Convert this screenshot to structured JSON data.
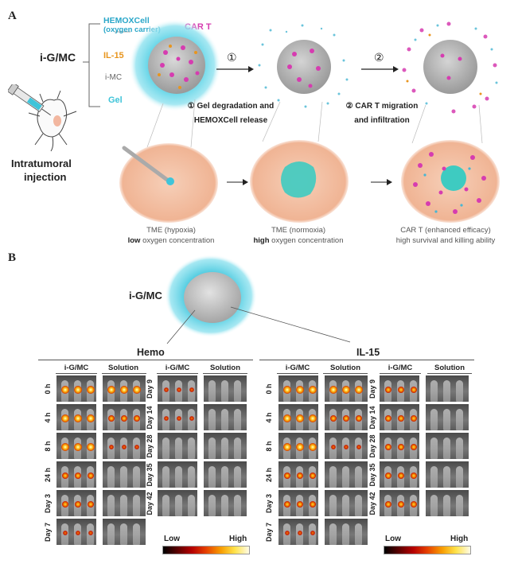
{
  "panelA": {
    "letter": "A",
    "igmc": "i-G/MC",
    "hemox": "HEMOXCell",
    "hemox_sub": "(oxygen carrier)",
    "cart": "CAR T",
    "il15": "IL-15",
    "imc": "i-MC",
    "gel": "Gel",
    "step1_num": "①",
    "step2_num": "②",
    "step1_line1": "① Gel degradation and",
    "step1_line2": "HEMOXCell release",
    "step2_line1": "② CAR T migration",
    "step2_line2": "and infiltration",
    "intratumoral": "Intratumoral",
    "injection": "injection",
    "tme1_l1": "TME (hypoxia)",
    "tme1_bold": "low",
    "tme1_rest": " oxygen concentration",
    "tme2_l1": "TME (normoxia)",
    "tme2_bold": "high",
    "tme2_rest": " oxygen concentration",
    "tme3_l1": "CAR T (enhanced efficacy)",
    "tme3_l2": "high survival and killing ability"
  },
  "panelB": {
    "letter": "B",
    "igmc": "i-G/MC",
    "hemo": "Hemo",
    "il15": "IL-15",
    "col_igmc": "i-G/MC",
    "col_solution": "Solution",
    "rows_left": [
      "0 h",
      "4 h",
      "8 h",
      "24 h",
      "Day 3",
      "Day 7"
    ],
    "rows_right": [
      "Day 9",
      "Day 14",
      "Day 28",
      "Day 35",
      "Day 42"
    ],
    "scale_low": "Low",
    "scale_high": "High"
  },
  "colors": {
    "gel_cyan": "#3fc4d9",
    "cart_magenta": "#d63cb0",
    "il15_orange": "#e8951e",
    "hemox_blue": "#2aa7c9",
    "tme_peach": "#f3c3a9"
  }
}
